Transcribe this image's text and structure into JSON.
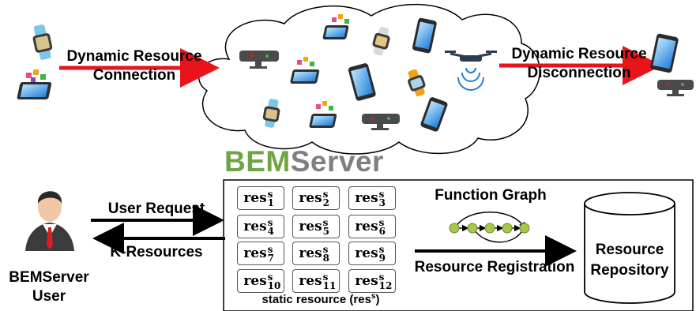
{
  "left_labels": {
    "dynamic_connection_line1": "Dynamic Resource",
    "dynamic_connection_line2": "Connection"
  },
  "right_labels": {
    "dynamic_disconnection_line1": "Dynamic Resource",
    "dynamic_disconnection_line2": "Disconnection"
  },
  "title": {
    "part1": "BEM",
    "part2": "Server",
    "part1_color": "#6fa644",
    "part2_color": "#7f7f7f"
  },
  "user": {
    "line1": "BEMServer",
    "line2": "User",
    "request_label": "User Request",
    "response_label": "K-Resources"
  },
  "server": {
    "function_graph_label": "Function Graph",
    "registration_label": "Resource Registration",
    "static_caption": "static resource (res",
    "static_caption_sup": "s",
    "static_caption_end": ")",
    "resources": [
      {
        "base": "res",
        "sup": "s",
        "sub": "1"
      },
      {
        "base": "res",
        "sup": "s",
        "sub": "2"
      },
      {
        "base": "res",
        "sup": "s",
        "sub": "3"
      },
      {
        "base": "res",
        "sup": "s",
        "sub": "4"
      },
      {
        "base": "res",
        "sup": "s",
        "sub": "5"
      },
      {
        "base": "res",
        "sup": "s",
        "sub": "6"
      },
      {
        "base": "res",
        "sup": "s",
        "sub": "7"
      },
      {
        "base": "res",
        "sup": "s",
        "sub": "8"
      },
      {
        "base": "res",
        "sup": "s",
        "sub": "9"
      },
      {
        "base": "res",
        "sup": "s",
        "sub": "10"
      },
      {
        "base": "res",
        "sup": "s",
        "sub": "11"
      },
      {
        "base": "res",
        "sup": "s",
        "sub": "12"
      }
    ]
  },
  "repository": {
    "line1": "Resource",
    "line2": "Repository"
  },
  "icons": {
    "cloud_devices": [
      "smartwatch-icon",
      "tablet-icon",
      "smartphone-icon",
      "sensor-bar-icon",
      "drone-icon"
    ],
    "graph_node_color": "#a8c84a"
  }
}
